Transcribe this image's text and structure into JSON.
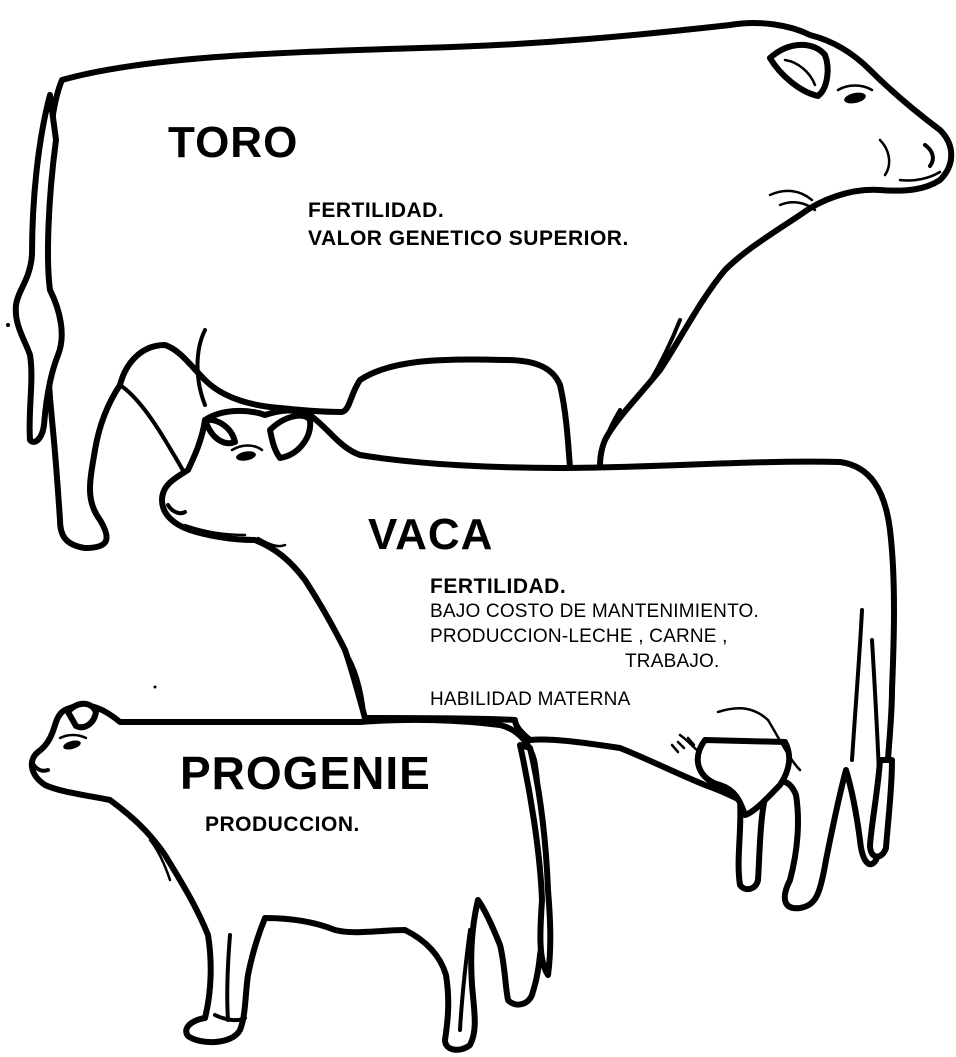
{
  "figure": {
    "animals": {
      "bull": {
        "name": "TORO",
        "traits": [
          "FERTILIDAD.",
          "VALOR GENETICO SUPERIOR."
        ]
      },
      "cow": {
        "name": "VACA",
        "traits": [
          "FERTILIDAD.",
          "BAJO COSTO DE MANTENIMIENTO.",
          "PRODUCCION-LECHE , CARNE ,",
          "TRABAJO.",
          "HABILIDAD MATERNA"
        ]
      },
      "progeny": {
        "name": "PROGENIE",
        "traits": [
          "PRODUCCION."
        ]
      }
    },
    "line_color": "#000000",
    "background_color": "#ffffff"
  }
}
